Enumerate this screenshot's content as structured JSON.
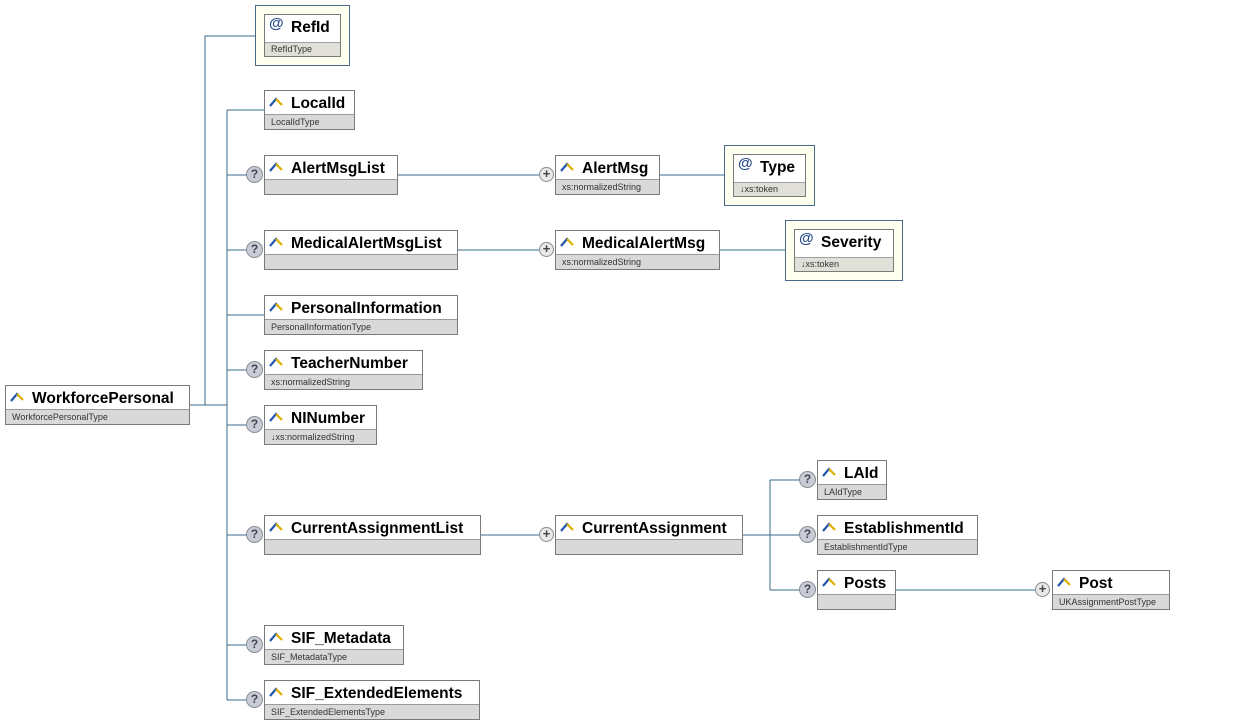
{
  "diagram": {
    "root": {
      "name": "WorkforcePersonal",
      "type": "WorkforcePersonalType"
    },
    "refid": {
      "name": "RefId",
      "type": "RefIdType"
    },
    "localid": {
      "name": "LocalId",
      "type": "LocalIdType"
    },
    "alertmsglist": {
      "name": "AlertMsgList",
      "type": ""
    },
    "alertmsg": {
      "name": "AlertMsg",
      "type": "xs:normalizedString"
    },
    "alertmsg_type": {
      "name": "Type",
      "type": "↓xs:token"
    },
    "medicalalertmsglist": {
      "name": "MedicalAlertMsgList",
      "type": ""
    },
    "medicalalertmsg": {
      "name": "MedicalAlertMsg",
      "type": "xs:normalizedString"
    },
    "severity": {
      "name": "Severity",
      "type": "↓xs:token"
    },
    "personalinformation": {
      "name": "PersonalInformation",
      "type": "PersonalInformationType"
    },
    "teachernumber": {
      "name": "TeacherNumber",
      "type": "xs:normalizedString"
    },
    "ninumber": {
      "name": "NINumber",
      "type": "↓xs:normalizedString"
    },
    "currentassignmentlist": {
      "name": "CurrentAssignmentList",
      "type": ""
    },
    "currentassignment": {
      "name": "CurrentAssignment",
      "type": ""
    },
    "laid": {
      "name": "LAId",
      "type": "LAIdType"
    },
    "establishmentid": {
      "name": "EstablishmentId",
      "type": "EstablishmentIdType"
    },
    "posts": {
      "name": "Posts",
      "type": ""
    },
    "post": {
      "name": "Post",
      "type": "UKAssignmentPostType"
    },
    "sif_metadata": {
      "name": "SIF_Metadata",
      "type": "SIF_MetadataType"
    },
    "sif_extendedelements": {
      "name": "SIF_ExtendedElements",
      "type": "SIF_ExtendedElementsType"
    }
  },
  "icons": {
    "optional": "?",
    "expand": "+",
    "attribute": "@",
    "element": "element-icon"
  },
  "colors": {
    "line": "#3a6a8a",
    "attribute_border": "#4a6a8a",
    "type_bar": "#d9d9d9"
  }
}
